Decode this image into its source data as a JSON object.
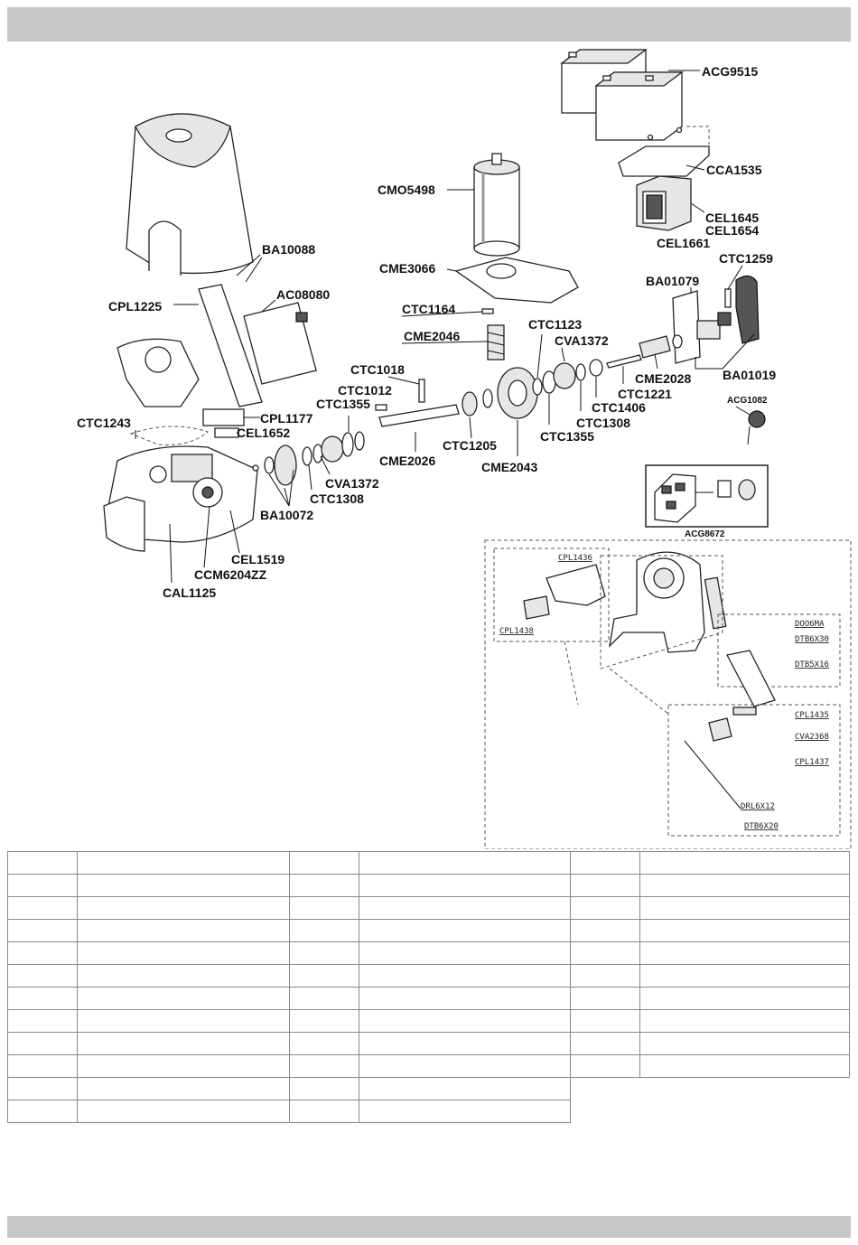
{
  "labels": {
    "ACG9515": "ACG9515",
    "CCA1535": "CCA1535",
    "CEL1645": "CEL1645",
    "CEL1654": "CEL1654",
    "CEL1661": "CEL1661",
    "CMO5498": "CMO5498",
    "CME3066": "CME3066",
    "BA10088": "BA10088",
    "CPL1225": "CPL1225",
    "AC08080": "AC08080",
    "CTC1164": "CTC1164",
    "CME2046": "CME2046",
    "CTC1123": "CTC1123",
    "CVA1372a": "CVA1372",
    "CTC1259": "CTC1259",
    "BA01079": "BA01079",
    "CME2028": "CME2028",
    "BA01019": "BA01019",
    "CTC1221": "CTC1221",
    "CTC1406": "CTC1406",
    "CTC1308a": "CTC1308",
    "CTC1355a": "CTC1355",
    "ACG1082": "ACG1082",
    "CTC1018": "CTC1018",
    "CTC1012": "CTC1012",
    "CTC1355b": "CTC1355",
    "CPL1177": "CPL1177",
    "CEL1652": "CEL1652",
    "CTC1243": "CTC1243",
    "CME2026": "CME2026",
    "CTC1205": "CTC1205",
    "CME2043": "CME2043",
    "CVA1372b": "CVA1372",
    "CTC1308b": "CTC1308",
    "BA10072": "BA10072",
    "CEL1519": "CEL1519",
    "CCM6204ZZ": "CCM6204ZZ",
    "CAL1125": "CAL1125",
    "ACG8672": "ACG8672"
  },
  "inset_labels": {
    "CPL1436": "CPL1436",
    "CPL1438": "CPL1438",
    "DOO6MA": "DOO6MA",
    "DTB6X30": "DTB6X30",
    "DTB5X16": "DTB5X16",
    "CPL1435": "CPL1435",
    "CVA2368": "CVA2368",
    "CPL1437": "CPL1437",
    "DRL6X12": "DRL6X12",
    "DTB6X20": "DTB6X20"
  }
}
